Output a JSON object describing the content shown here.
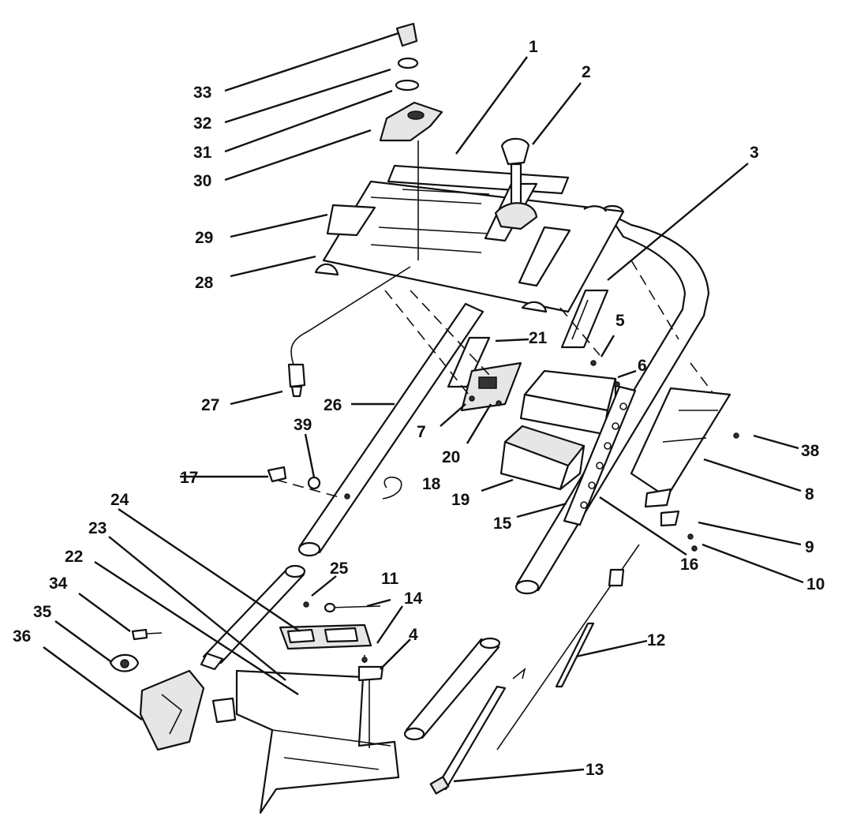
{
  "diagram": {
    "type": "exploded-parts-diagram",
    "callouts": [
      {
        "id": "c1",
        "label": "1"
      },
      {
        "id": "c2",
        "label": "2"
      },
      {
        "id": "c3",
        "label": "3"
      },
      {
        "id": "c4",
        "label": "4"
      },
      {
        "id": "c5",
        "label": "5"
      },
      {
        "id": "c6",
        "label": "6"
      },
      {
        "id": "c7",
        "label": "7"
      },
      {
        "id": "c8",
        "label": "8"
      },
      {
        "id": "c9",
        "label": "9"
      },
      {
        "id": "c10",
        "label": "10"
      },
      {
        "id": "c11",
        "label": "11"
      },
      {
        "id": "c12",
        "label": "12"
      },
      {
        "id": "c13",
        "label": "13"
      },
      {
        "id": "c14",
        "label": "14"
      },
      {
        "id": "c15",
        "label": "15"
      },
      {
        "id": "c16",
        "label": "16"
      },
      {
        "id": "c17",
        "label": "17"
      },
      {
        "id": "c18",
        "label": "18"
      },
      {
        "id": "c19",
        "label": "19"
      },
      {
        "id": "c20",
        "label": "20"
      },
      {
        "id": "c21",
        "label": "21"
      },
      {
        "id": "c22",
        "label": "22"
      },
      {
        "id": "c23",
        "label": "23"
      },
      {
        "id": "c24",
        "label": "24"
      },
      {
        "id": "c25",
        "label": "25"
      },
      {
        "id": "c26",
        "label": "26"
      },
      {
        "id": "c27",
        "label": "27"
      },
      {
        "id": "c28",
        "label": "28"
      },
      {
        "id": "c29",
        "label": "29"
      },
      {
        "id": "c30",
        "label": "30"
      },
      {
        "id": "c31",
        "label": "31"
      },
      {
        "id": "c32",
        "label": "32"
      },
      {
        "id": "c33",
        "label": "33"
      },
      {
        "id": "c34",
        "label": "34"
      },
      {
        "id": "c35",
        "label": "35"
      },
      {
        "id": "c36",
        "label": "36"
      },
      {
        "id": "c38",
        "label": "38"
      },
      {
        "id": "c39",
        "label": "39"
      }
    ]
  }
}
